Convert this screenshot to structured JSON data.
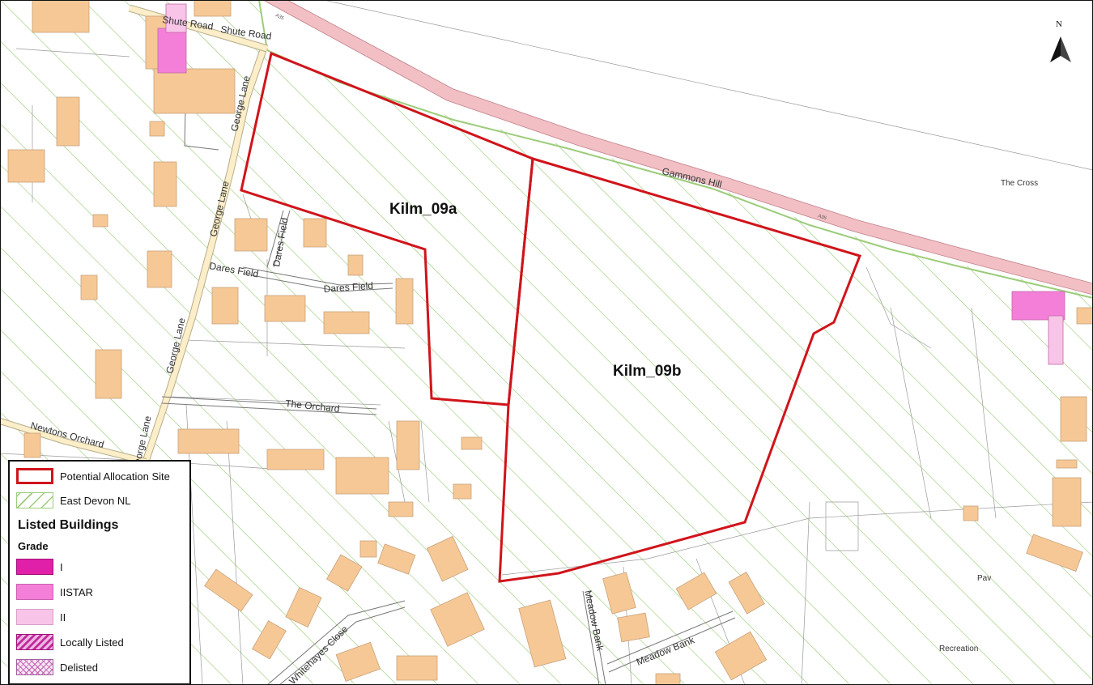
{
  "sites": [
    {
      "id": "Kilm_09a"
    },
    {
      "id": "Kilm_09b"
    }
  ],
  "roads": {
    "shute_road_1": "Shute Road",
    "shute_road_2": "Shute Road",
    "george_lane_1": "George Lane",
    "george_lane_2": "George Lane",
    "george_lane_3": "George Lane",
    "george_lane_4": "George Lane",
    "gammons_hill": "Gammons Hill",
    "dares_field_1": "Dares Field",
    "dares_field_2": "Dares Field",
    "dares_field_3": "Dares Field",
    "the_orchard": "The Orchard",
    "newtons_orchard": "Newtons Orchard",
    "whitehayes_close": "Whitehayes Close",
    "meadow_bank_1": "Meadow Bank",
    "meadow_bank_2": "Meadow Bank",
    "a_road_1": "A35",
    "a_road_2": "A35"
  },
  "places": {
    "the_cross": "The Cross",
    "pav": "Pav",
    "recreation": "Recreation"
  },
  "north_arrow_label": "N",
  "legend": {
    "items": [
      {
        "label": "Potential Allocation Site"
      },
      {
        "label": "East Devon NL"
      }
    ],
    "listed_heading": "Listed Buildings",
    "grade_heading": "Grade",
    "grades": [
      {
        "label": "I"
      },
      {
        "label": "IISTAR"
      },
      {
        "label": "II"
      },
      {
        "label": "Locally Listed"
      },
      {
        "label": "Delisted"
      }
    ]
  },
  "colors": {
    "site_outline": "#d0141b",
    "nl_hatch": "#9ccc7a",
    "building": "#f5c896",
    "building_outline": "#c9a27a",
    "grade_I": "#e020a8",
    "grade_IISTAR": "#f47fd8",
    "grade_II": "#f8c4e8",
    "a_road": "#f2bfc4",
    "lane": "#fbeec8"
  }
}
